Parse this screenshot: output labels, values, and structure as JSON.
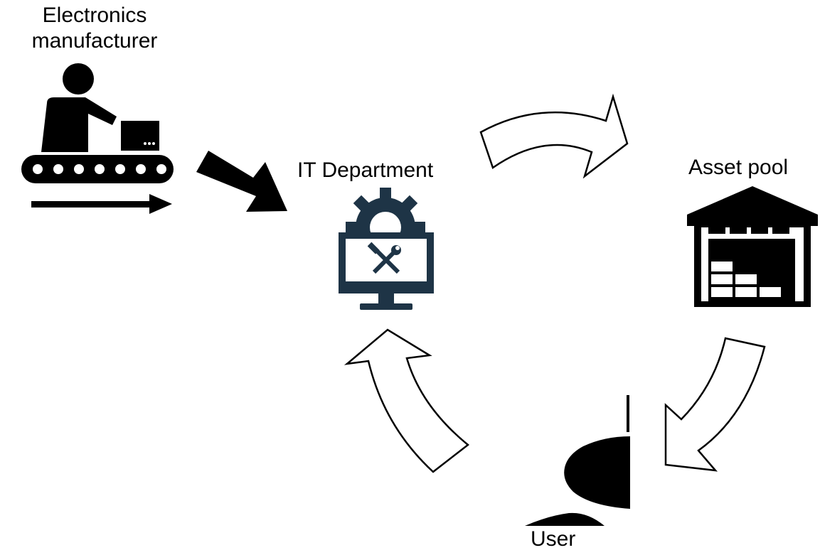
{
  "nodes": {
    "manufacturer": {
      "label_line1": "Electronics",
      "label_line2": "manufacturer",
      "icon": "conveyor-worker-icon"
    },
    "it_department": {
      "label": "IT Department",
      "icon": "monitor-gear-tools-icon"
    },
    "asset_pool": {
      "label": "Asset pool",
      "icon": "warehouse-icon"
    },
    "user": {
      "label": "User",
      "icon": "user-silhouette-icon"
    }
  },
  "edges": [
    {
      "from": "manufacturer",
      "to": "it_department",
      "style": "solid"
    },
    {
      "from": "it_department",
      "to": "asset_pool",
      "style": "outline"
    },
    {
      "from": "asset_pool",
      "to": "user",
      "style": "outline"
    },
    {
      "from": "user",
      "to": "it_department",
      "style": "outline"
    }
  ],
  "colors": {
    "ink": "#000000",
    "it_icon": "#1e3446",
    "background": "#ffffff"
  }
}
